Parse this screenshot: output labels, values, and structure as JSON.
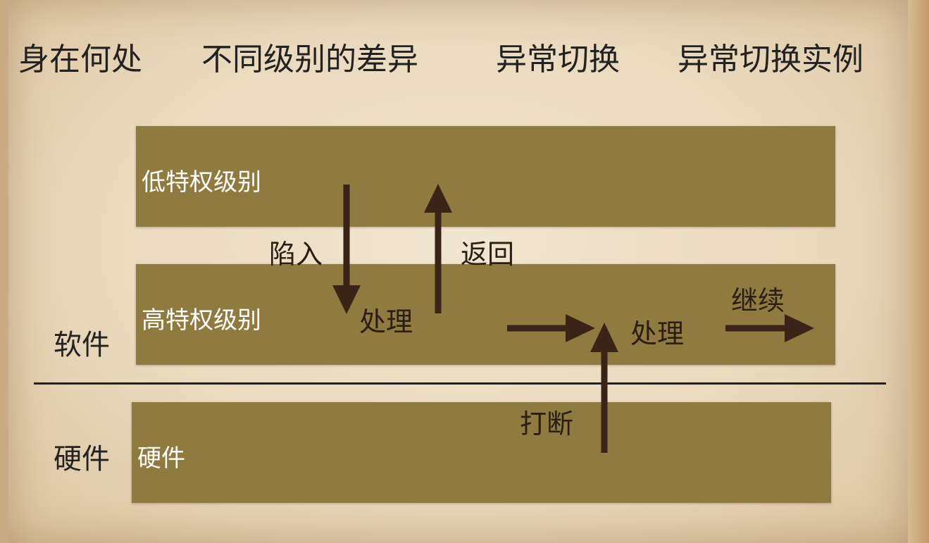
{
  "tabs": [
    "身在何处",
    "不同级别的差异",
    "异常切换",
    "异常切换实例"
  ],
  "bands": {
    "low": "低特权级别",
    "high": "高特权级别",
    "hardware": "硬件"
  },
  "side_labels": {
    "software": "软件",
    "hardware": "硬件"
  },
  "flow_labels": {
    "trap": "陷入",
    "return": "返回",
    "handle_1": "处理",
    "handle_2": "处理",
    "continue": "继续",
    "interrupt": "打断"
  },
  "colors": {
    "band": "#8f7a3f",
    "arrow": "#3a2418",
    "paper": "#ede0c8"
  }
}
